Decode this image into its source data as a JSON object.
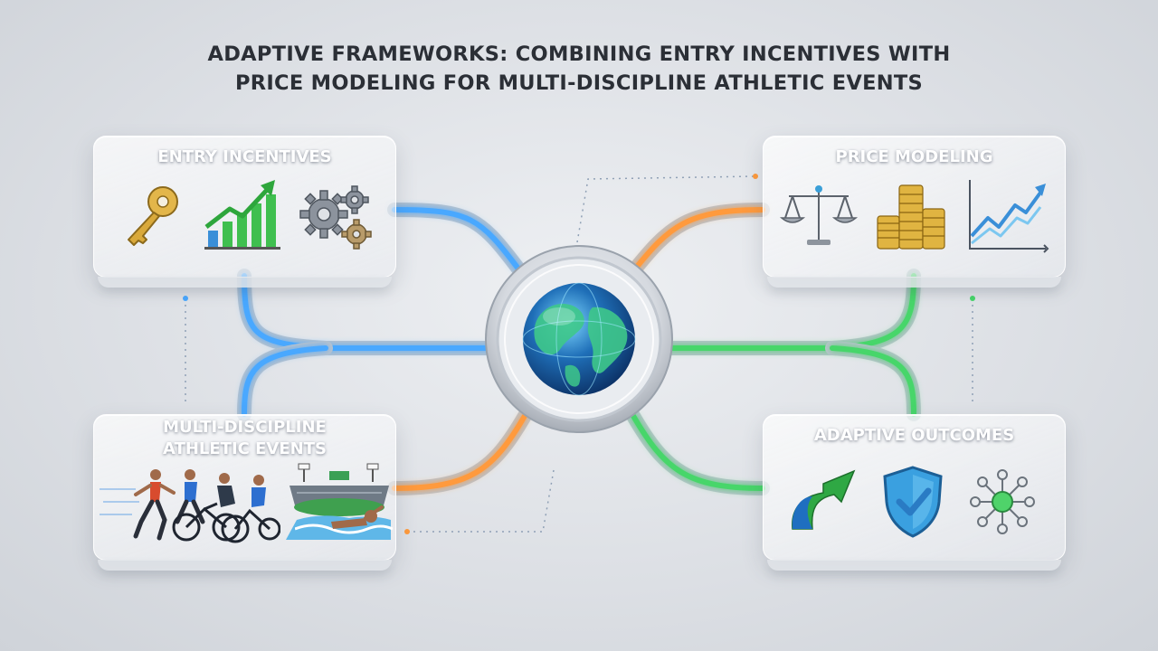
{
  "title": {
    "line1": "ADAPTIVE FRAMEWORKS: COMBINING ENTRY INCENTIVES WITH",
    "line2": "PRICE MODELING FOR MULTI-DISCIPLINE ATHLETIC EVENTS"
  },
  "cards": {
    "entry": {
      "title": "ENTRY INCENTIVES",
      "icons": [
        "key-icon",
        "growth-chart-icon",
        "gears-icon"
      ]
    },
    "price": {
      "title": "PRICE MODELING",
      "icons": [
        "scale-icon",
        "coin-stacks-icon",
        "line-graph-icon"
      ]
    },
    "events": {
      "title_line1": "MULTI-DISCIPLINE",
      "title_line2": "ATHLETIC EVENTS",
      "icons": [
        "athletes-icon",
        "stadium-icon",
        "swimmer-icon"
      ]
    },
    "outcomes": {
      "title": "ADAPTIVE OUTCOMES",
      "icons": [
        "upward-arrow-icon",
        "shield-check-icon",
        "network-icon"
      ]
    }
  },
  "hub": {
    "icon": "globe-icon"
  },
  "colors": {
    "blue": "#4aa8ff",
    "orange": "#ff9a3c",
    "green": "#47d66a",
    "title": "#2b2f36"
  }
}
